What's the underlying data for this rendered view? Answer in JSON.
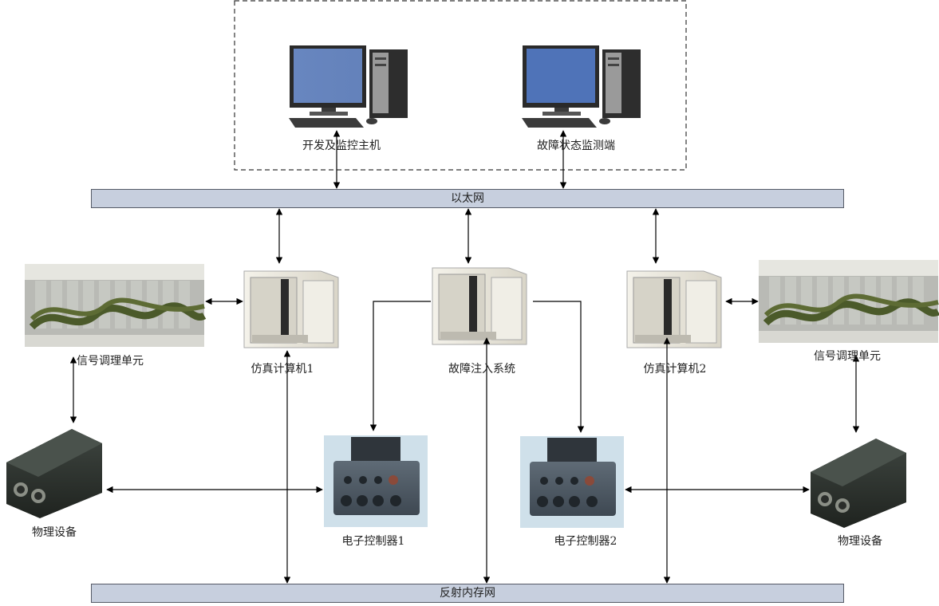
{
  "buses": {
    "ethernet": "以太网",
    "reflective_memory": "反射内存网"
  },
  "nodes": {
    "dev_host": "开发及监控主机",
    "fault_monitor": "故障状态监测端",
    "signal_unit_left": "信号调理单元",
    "sim_computer_1": "仿真计算机1",
    "fault_injection": "故障注入系统",
    "sim_computer_2": "仿真计算机2",
    "signal_unit_right": "信号调理单元",
    "physical_device_left": "物理设备",
    "ecu_1": "电子控制器1",
    "ecu_2": "电子控制器2",
    "physical_device_right": "物理设备"
  },
  "colors": {
    "bus_fill": "#c7cfde",
    "bus_stroke": "#555a66",
    "connector": "#000000",
    "cabinet": "#ece9df",
    "controller": "#4d5863",
    "controller_bg": "#cfe0ea",
    "device": "#2b302c"
  }
}
